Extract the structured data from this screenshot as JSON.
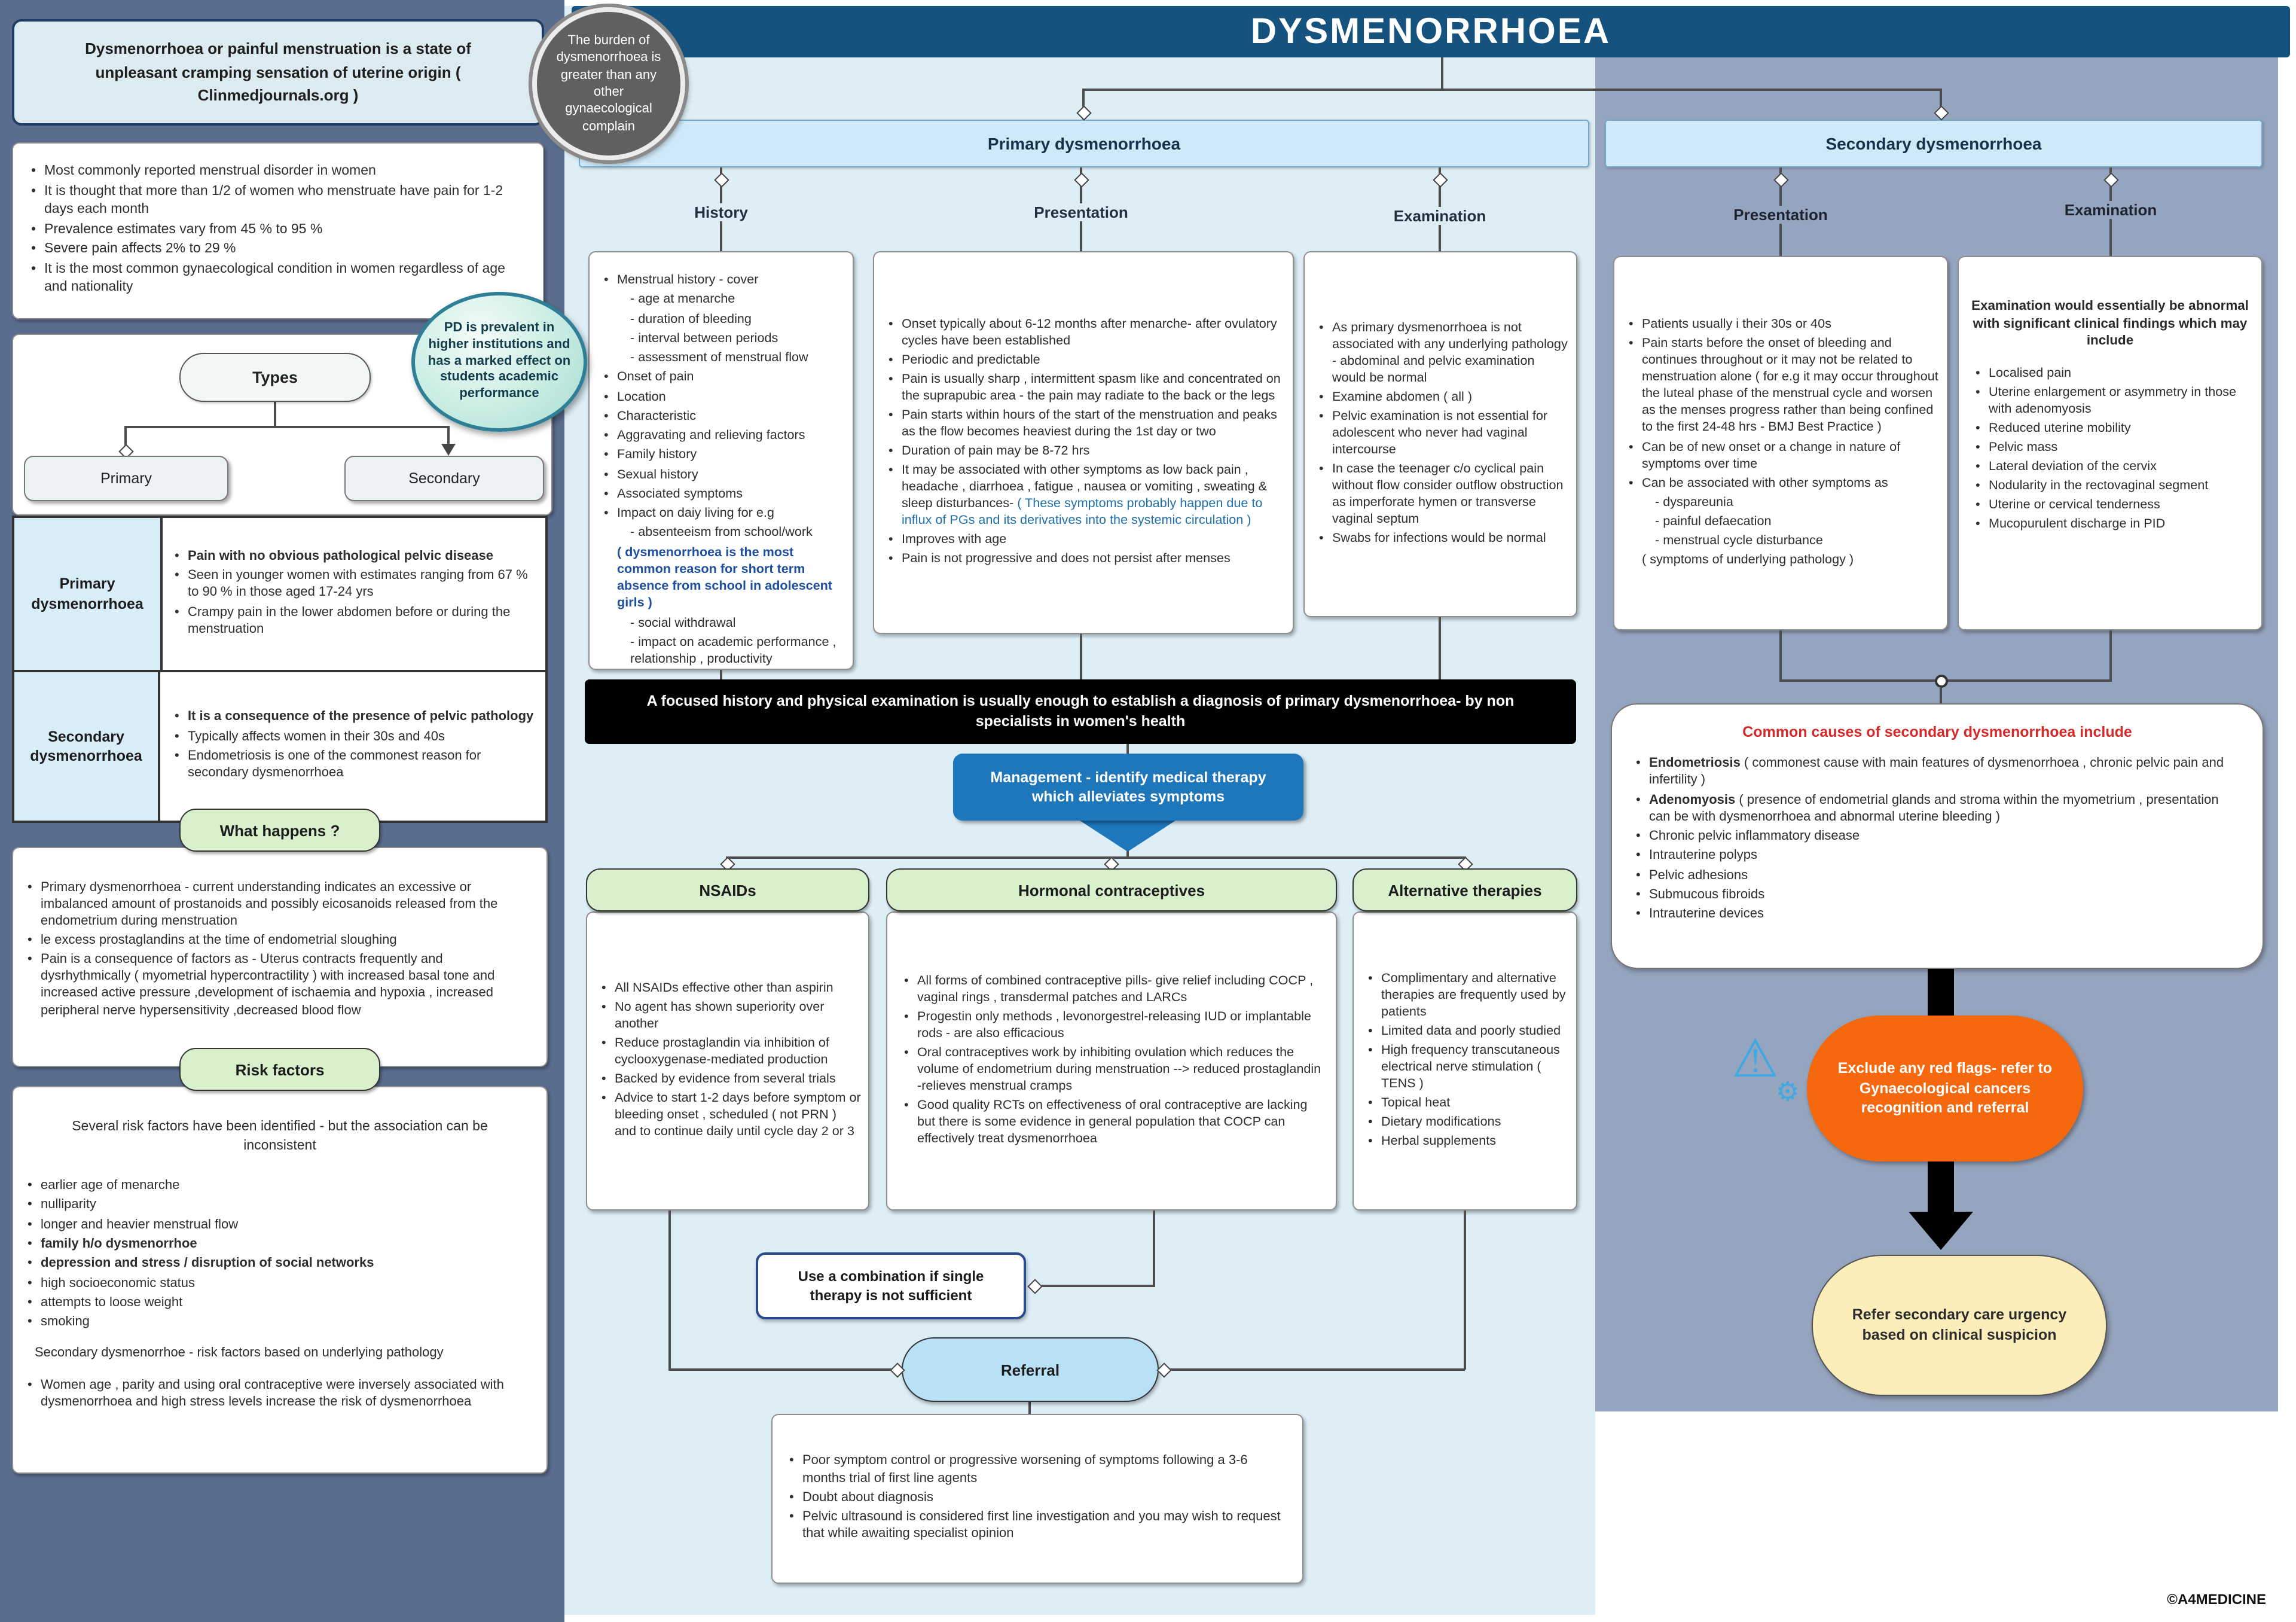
{
  "title": "DYSMENORRHOEA",
  "watermark": "©A4MEDICINE",
  "icons": {
    "warning": "⚠",
    "gear": "⚙"
  },
  "colors": {
    "title_bar": "#15537e",
    "left_panel": "#5b6d8e",
    "center_panel": "#ddeef7",
    "right_panel": "#96a5bf",
    "green_header": "#d8f0cb",
    "management_blue": "#1e76bb",
    "banner_black": "#000000",
    "referral_blue": "#b9e1f6",
    "red_flag_orange": "#f5680e",
    "refer_yellow": "#fceebb",
    "red_text": "#d42a2a",
    "blue_text": "#1f6fa8",
    "blue_bold_text": "#1d4f9e"
  },
  "badges": {
    "burden": "The burden of dysmenorrhoea is greater than any other gynaecological complain",
    "pd": "PD is prevalent in higher institutions and has a marked effect on students academic performance"
  },
  "left": {
    "definition": "Dysmenorrhoea or painful menstruation is a state of unpleasant cramping sensation of uterine origin ( Clinmedjournals.org )",
    "stats": [
      "Most commonly reported menstrual disorder in women",
      "It is thought that more than 1/2 of women who menstruate have pain for 1-2 days each month",
      "Prevalence estimates vary from 45 % to 95 %",
      "Severe pain affects 2% to 29 %",
      "It is the most common gynaecological condition in women regardless of age and nationality"
    ],
    "types": {
      "label": "Types",
      "primary": "Primary",
      "secondary": "Secondary"
    },
    "table": {
      "rows": [
        {
          "label": "Primary dysmenorrhoea",
          "bullets": [
            {
              "s": [
                [
                  "Pain with no obvious pathological pelvic disease",
                  "b"
                ]
              ]
            },
            "Seen in younger women with estimates ranging from 67 % to 90 % in those aged 17-24 yrs",
            "Crampy pain in the lower abdomen before or during the menstruation"
          ]
        },
        {
          "label": "Secondary dysmenorrhoea",
          "bullets": [
            {
              "s": [
                [
                  "It is a consequence of the presence of pelvic pathology",
                  "b"
                ]
              ]
            },
            "Typically affects women in their 30s and 40s",
            "Endometriosis is one of the commonest reason for secondary dysmenorrhoea"
          ]
        }
      ]
    },
    "what_happens": {
      "label": "What happens ?",
      "bullets": [
        "Primary dysmenorrhoea - current understanding indicates an excessive or imbalanced amount of prostanoids and possibly eicosanoids released from the endometrium during menstruation",
        "le excess prostaglandins at the time of endometrial sloughing",
        "Pain is a consequence of factors as - Uterus contracts frequently and dysrhythmically  ( myometrial hypercontractility ) with increased basal tone and increased active pressure ,development of ischaemia and hypoxia , increased peripheral nerve hypersensitivity ,decreased blood flow"
      ]
    },
    "risk_factors": {
      "label": "Risk factors",
      "intro": "Several risk factors have been identified - but the association can be inconsistent",
      "bullets": [
        "earlier age of menarche",
        "nulliparity",
        "longer and heavier menstrual flow",
        {
          "s": [
            [
              "family h/o dysmenorrhoe",
              "b"
            ]
          ]
        },
        {
          "s": [
            [
              "depression and stress / disruption of social networks",
              "b"
            ]
          ]
        },
        "high socioeconomic status",
        "attempts to loose weight",
        "smoking",
        {
          "cls": "plain gap",
          "s": [
            [
              "Secondary dysmenorrhoe - risk factors based on underlying pathology",
              ""
            ]
          ]
        },
        {
          "cls": "gap",
          "s": [
            [
              "Women age , parity and using oral contraceptive were inversely associated with dysmenorrhoea and high stress levels increase the risk of dysmenorrhoea",
              ""
            ]
          ]
        }
      ]
    }
  },
  "primary": {
    "header": "Primary dysmenorrhoea",
    "history": {
      "header": "History",
      "items": [
        "Menstrual history - cover",
        {
          "cls": "sub",
          "s": [
            [
              "- age at menarche",
              ""
            ]
          ]
        },
        {
          "cls": "sub",
          "s": [
            [
              "- duration of bleeding",
              ""
            ]
          ]
        },
        {
          "cls": "sub",
          "s": [
            [
              "- interval between periods",
              ""
            ]
          ]
        },
        {
          "cls": "sub",
          "s": [
            [
              "- assessment of menstrual flow",
              ""
            ]
          ]
        },
        "Onset of pain",
        "Location",
        "Characteristic",
        "Aggravating and relieving factors",
        "Family history",
        "Sexual history",
        "Associated symptoms",
        "Impact on daiy living for e.g",
        {
          "cls": "sub",
          "s": [
            [
              "- absenteeism from school/work",
              ""
            ]
          ]
        },
        {
          "cls": "hang",
          "s": [
            [
              "( dysmenorrhoea is the most common reason for short term absence from school in adolescent girls )",
              "bb"
            ]
          ]
        },
        {
          "cls": "sub",
          "s": [
            [
              "- social withdrawal",
              ""
            ]
          ]
        },
        {
          "cls": "sub",
          "s": [
            [
              "- impact on academic performance , relationship , productivity",
              ""
            ]
          ]
        }
      ]
    },
    "presentation": {
      "header": "Presentation",
      "items": [
        "Onset typically about 6-12 months after menarche- after ovulatory cycles have been established",
        "Periodic and predictable",
        "Pain is usually sharp , intermittent spasm like and concentrated on the suprapubic area - the pain may radiate to the back or the legs",
        "Pain starts  within hours of the start of the menstruation and peaks as the flow becomes heaviest during the 1st day or two",
        "Duration of pain may be 8-72 hrs",
        {
          "s": [
            [
              "It may be associated with other symptoms as low back pain , headache , diarrhoea , fatigue , nausea or vomiting , sweating & sleep disturbances- ",
              ""
            ],
            [
              "( These symptoms probably happen due to influx of PGs and its derivatives into the systemic circulation )",
              "blue"
            ]
          ]
        },
        "Improves with age",
        "Pain is not progressive and does not persist after menses"
      ]
    },
    "examination": {
      "header": "Examination",
      "items": [
        "As primary dysmenorrhoea is not associated with any underlying pathology - abdominal and pelvic examination would be normal",
        "Examine abdomen ( all )",
        "Pelvic examination is not essential for adolescent who never had vaginal intercourse",
        "In case the teenager c/o cyclical pain without flow consider outflow obstruction as imperforate hymen or transverse vaginal septum",
        "Swabs for infections would be normal"
      ]
    },
    "banner": "A focused history and physical examination is usually enough to establish a diagnosis of primary dysmenorrhoea- by non specialists in women's health",
    "management": {
      "label": "Management - identify medical therapy which alleviates symptoms"
    },
    "nsaids": {
      "header": "NSAIDs",
      "items": [
        "All NSAIDs effective other than aspirin",
        "No agent has shown superiority over another",
        "Reduce prostaglandin via inhibition of cyclooxygenase-mediated production",
        "Backed by evidence from several trials",
        "Advice to start  1-2 days before symptom  or bleeding onset , scheduled ( not PRN ) and to continue daily until cycle day 2 or 3"
      ]
    },
    "hormonal": {
      "header": "Hormonal contraceptives",
      "items": [
        "All forms of combined contraceptive pills- give relief including COCP , vaginal rings , transdermal patches and LARCs",
        "Progestin only methods , levonorgestrel-releasing IUD or implantable rods - are also efficacious",
        "Oral contraceptives work by inhibiting ovulation which reduces the volume of endometrium during menstruation --> reduced prostaglandin -relieves menstrual cramps",
        "Good quality RCTs on effectiveness of oral contraceptive are lacking but there is some evidence in general population that COCP can effectively treat dysmenorrhoea"
      ]
    },
    "alternative": {
      "header": "Alternative therapies",
      "items": [
        "Complimentary and alternative therapies are frequently used by patients",
        "Limited data and poorly studied",
        "High frequency transcutaneous electrical nerve stimulation ( TENS )",
        "Topical heat",
        "Dietary modifications",
        "Herbal supplements"
      ]
    },
    "combination": "Use a combination if single therapy is not sufficient",
    "referral": {
      "label": "Referral",
      "items": [
        "Poor symptom control or progressive worsening of symptoms following a 3-6 months trial of first line agents",
        "Doubt about diagnosis",
        "Pelvic ultrasound is considered first line investigation and you may wish to request that while awaiting specialist opinion"
      ]
    }
  },
  "secondary": {
    "header": "Secondary dysmenorrhoea",
    "presentation": {
      "header": "Presentation",
      "items": [
        "Patients usually i their 30s or 40s",
        "Pain starts before the onset of bleeding and continues throughout or it may not be related to menstruation alone ( for e.g it may occur throughout the luteal phase of the menstrual cycle and worsen as the menses progress rather than being confined to the first 24-48 hrs - BMJ Best Practice )",
        "Can be of new onset or a change in nature of symptoms over time",
        "Can be associated with other symptoms as",
        {
          "cls": "sub",
          "s": [
            [
              "- dyspareunia",
              ""
            ]
          ]
        },
        {
          "cls": "sub",
          "s": [
            [
              "- painful defaecation",
              ""
            ]
          ]
        },
        {
          "cls": "sub",
          "s": [
            [
              "- menstrual cycle disturbance",
              ""
            ]
          ]
        },
        {
          "cls": "hang",
          "s": [
            [
              "( symptoms of underlying pathology )",
              ""
            ]
          ]
        }
      ]
    },
    "examination": {
      "header": "Examination",
      "intro": "Examination would essentially be abnormal with significant clinical findings which may include",
      "items": [
        "Localised pain",
        "Uterine enlargement or asymmetry in those with adenomyosis",
        "Reduced uterine mobility",
        "Pelvic mass",
        "Lateral deviation of the cervix",
        "Nodularity in the rectovaginal segment",
        "Uterine or cervical tenderness",
        "Mucopurulent discharge in PID"
      ]
    },
    "causes": {
      "title": "Common causes of secondary dysmenorrhoea include",
      "items": [
        {
          "s": [
            [
              "Endometriosis",
              "b"
            ],
            [
              " ( commonest cause with main features of dysmenorrhoea , chronic pelvic pain and infertility )",
              ""
            ]
          ]
        },
        {
          "s": [
            [
              "Adenomyosis",
              "b"
            ],
            [
              " ( presence of endometrial glands and stroma within the myometrium , presentation can be with dysmenorrhoea and abnormal uterine bleeding )",
              ""
            ]
          ]
        },
        "Chronic pelvic inflammatory disease",
        "Intrauterine polyps",
        "Pelvic adhesions",
        "Submucous fibroids",
        "Intrauterine devices"
      ]
    },
    "red_flag": "Exclude any red flags- refer to Gynaecological cancers recognition and referral",
    "refer": "Refer secondary care  urgency based on clinical suspicion"
  }
}
